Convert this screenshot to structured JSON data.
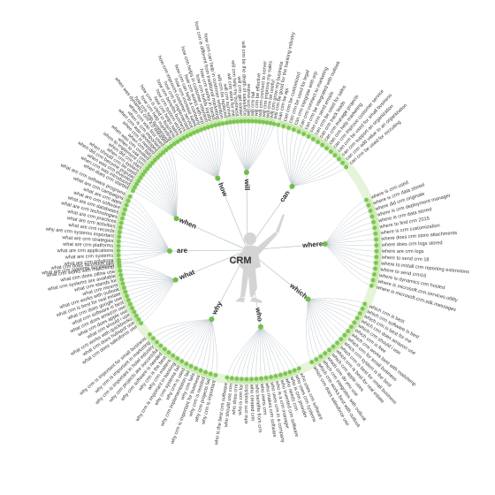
{
  "center": {
    "label": "CRM",
    "figure_icon": "golfer-silhouette-icon"
  },
  "colors": {
    "link": "#b9c4cc",
    "leaf_dot": "#7cc652",
    "branch_dot": "#6fbf46",
    "ring_light": "#e6f4d9",
    "ring_mid": "#cde8b6",
    "figure": "#d4d4d4"
  },
  "branches": [
    {
      "label": "can",
      "leaves": [
        "can crm be api",
        "can crm be customized",
        "can crm be used for legal",
        "can crm integrate with erp",
        "can crm connect to marketing",
        "can crm be integrated with outlook",
        "can crm send emails",
        "can crm be used for sales",
        "can crm track leads",
        "can crm manage projects",
        "can crm help marketing",
        "can crm improve customer service",
        "can crm be used for small business",
        "can crm support an organization",
        "can crm add value to an organization",
        "can crm be used for recruiting"
      ]
    },
    {
      "label": "where",
      "leaves": [
        "where is crm used",
        "where is crm data stored",
        "where did crm originate",
        "where is crm deployment manager",
        "where is crm data stored",
        "where to find crm 2015",
        "where is crm customization",
        "where does crm store attachments",
        "where does crm logs stored",
        "where are crm logs",
        "where to send crm 18",
        "where to install crm reporting extensions",
        "where to send crm16",
        "where is dynamics crm hosted",
        "where is microsoft.crm.services.utility",
        "where is microsoft.crm.sdk.messages"
      ]
    },
    {
      "label": "which",
      "leaves": [
        "which crm is best",
        "which crm software is best",
        "which crm is best for me",
        "which crm does amazon use",
        "which crm should i use",
        "which crm is free",
        "which crm works best with mailchimp",
        "which crm for small business",
        "which crm system is the best",
        "which crm is best for small business",
        "which crm is best for real estate",
        "which crm apple uses",
        "which crm do you use",
        "which crm integrates with outlook",
        "which crm works best with outlook",
        "which crm does salesforce use"
      ]
    },
    {
      "label": "who",
      "leaves": [
        "who uses crm software",
        "who uses crm systems",
        "who is crm provider",
        "who needs crm",
        "who invented crm software",
        "who is a crm manager",
        "who uses crm in a company",
        "who makes crm software",
        "who owns crm",
        "who benefits from crm",
        "who created crm",
        "who crm analytics",
        "who is crm for",
        "who does crm",
        "who should use crm",
        "who is the best crm software"
      ]
    },
    {
      "label": "why",
      "leaves": [
        "why crm is important",
        "why crm projects fail",
        "why crm is needed",
        "why crm is important for business",
        "why crm fails",
        "why crm implementation fail",
        "why crm is used",
        "why crm systems fail",
        "why crm is important in banking",
        "why crm matters",
        "why crm is the best",
        "why crm software is needed",
        "why crm projects are successful",
        "why crm is important in hotel industry",
        "why crm is important in marketing",
        "why crm is important for small business"
      ]
    },
    {
      "label": "what",
      "leaves": [
        "what crm does salesforce use",
        "what crm does hubspot use",
        "what crm works with quickbooks",
        "what crm should i use",
        "what crm does apple use",
        "what crm does amazon use",
        "what crm software is best",
        "what crm does google use",
        "what crm is best for real estate",
        "what crm works with outlook",
        "what crm means",
        "what crm stands for",
        "what crm systems are available",
        "what crm does zillow use",
        "what crm works with mailchimp",
        "what crm does facebook use"
      ]
    },
    {
      "label": "are",
      "leaves": [
        "what are crm systems successful",
        "what are crm solutions",
        "what are crm systems",
        "what are crm applications",
        "what are crm platforms",
        "what are crm strategies",
        "why are crm systems important",
        "what are crm records",
        "what are crm activities",
        "what are crm practices",
        "what are crm technologies",
        "what are crm databases",
        "what are crm software",
        "what are crm apps",
        "what are crm campaigns",
        "what are crm software programs"
      ]
    },
    {
      "label": "when",
      "leaves": [
        "when does crm started",
        "when crm was introduced",
        "when was crm invented",
        "when did crm become popular",
        "when should crm be used",
        "when crm system",
        "when did crm start",
        "when to implement crm",
        "when to use crm",
        "when was crm created",
        "when crm fails",
        "when crm is needed",
        "when crm was developed",
        "when is crm important",
        "when crm was first used",
        "when was dynamics crm 4.0 released"
      ]
    },
    {
      "label": "how",
      "leaves": [
        "how crm help businesses",
        "how crm help marketing",
        "how crm is used in business",
        "how crm helps sales",
        "how crm system works",
        "how crm benefits business",
        "how crm is implemented",
        "how crm improves customer service",
        "how crm increase sales",
        "how crm can help a company",
        "how crm works with erp",
        "how crm helps in customer retention",
        "how crm builds loyalty",
        "how crm works in banks",
        "how crm is different from traditional marketing",
        "how crm can help in customer retention"
      ]
    },
    {
      "label": "will",
      "leaves": [
        "will crm be replaced",
        "will crm survive",
        "will crm work for me",
        "will crm help my business",
        "will crm get easier",
        "will crm be the death of salesforce",
        "will crm evolve",
        "will crm fail",
        "will crm be effective",
        "will crm connect to server",
        "will crm improve my sales",
        "will crm be useful",
        "will crm grow my business",
        "will crm be good for the banking industry"
      ]
    }
  ]
}
